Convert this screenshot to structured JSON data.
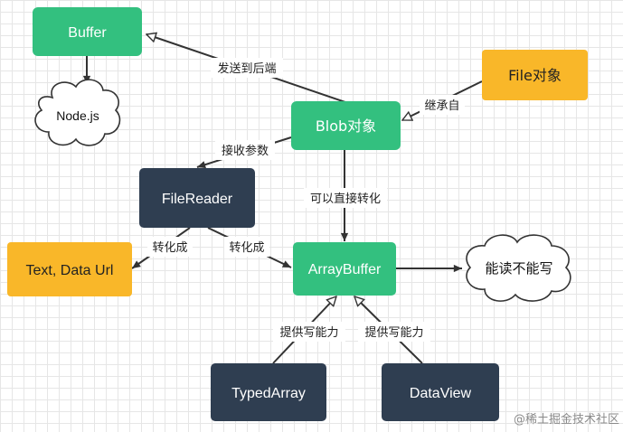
{
  "nodes": {
    "buffer": {
      "label": "Buffer",
      "color": "#33c07f"
    },
    "nodejs": {
      "label": "Node.js"
    },
    "blob": {
      "label": "Blob对象",
      "color": "#33c07f"
    },
    "file": {
      "label": "File对象",
      "color": "#f9b729"
    },
    "filereader": {
      "label": "FileReader",
      "color": "#2f3e51"
    },
    "text_data_url": {
      "label": "Text, Data Url",
      "color": "#f9b729"
    },
    "arraybuffer": {
      "label": "ArrayBuffer",
      "color": "#33c07f"
    },
    "readwrite": {
      "label": "能读不能写"
    },
    "typedarray": {
      "label": "TypedArray",
      "color": "#2f3e51"
    },
    "dataview": {
      "label": "DataView",
      "color": "#2f3e51"
    }
  },
  "edges": {
    "send_to_backend": "发送到后端",
    "inherit_from": "继承自",
    "accept_params": "接收参数",
    "direct_convert": "可以直接转化",
    "convert_to_left": "转化成",
    "convert_to_right": "转化成",
    "provide_rw_left": "提供写能力",
    "provide_rw_right": "提供写能力"
  },
  "watermark": "@稀土掘金技术社区"
}
